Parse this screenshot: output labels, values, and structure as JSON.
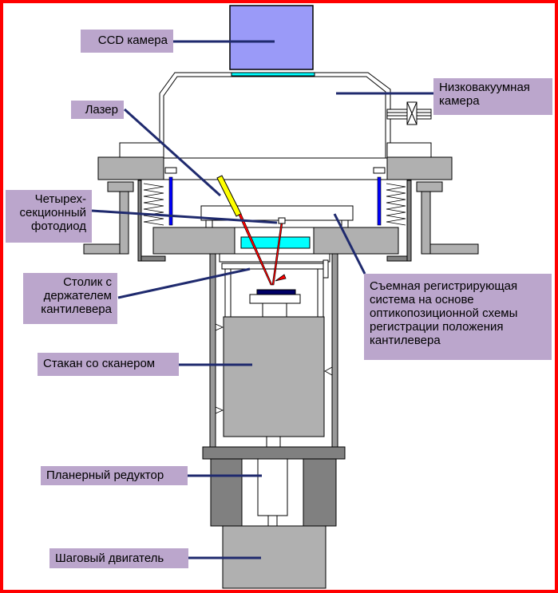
{
  "figure": {
    "title": "Схема сканирующего зондового микроскопа с низковакуумной камерой",
    "colors": {
      "frame": "#ff0000",
      "label_bg": "#bba6cc",
      "leader_line": "#1f2a6e",
      "metal_light": "#b0b0b0",
      "metal_dark": "#808080",
      "ccd_camera": "#9a9af8",
      "window_glass": "#00ffff",
      "laser_body": "#ffff00",
      "laser_beam": "#ff0000",
      "spring_rod": "#0000ff",
      "sample": "#000066"
    }
  },
  "labels": {
    "ccd_camera": "CCD камера",
    "low_vacuum_chamber": [
      "Низковакуумная",
      "камера"
    ],
    "laser": "Лазер",
    "photodiode": [
      "Четырех-",
      "секционный",
      "фотодиод"
    ],
    "cantilever_stage": [
      "Столик с",
      "держателем",
      "кантилевера"
    ],
    "registration_system": [
      "Съемная регистрирующая",
      "система на основе",
      "оптикопозиционной схемы",
      "регистрации положения",
      "кантилевера"
    ],
    "scanner_cup": "Стакан со сканером",
    "planetary_reducer": "Планерный редуктор",
    "stepper_motor": "Шаговый двигатель"
  }
}
